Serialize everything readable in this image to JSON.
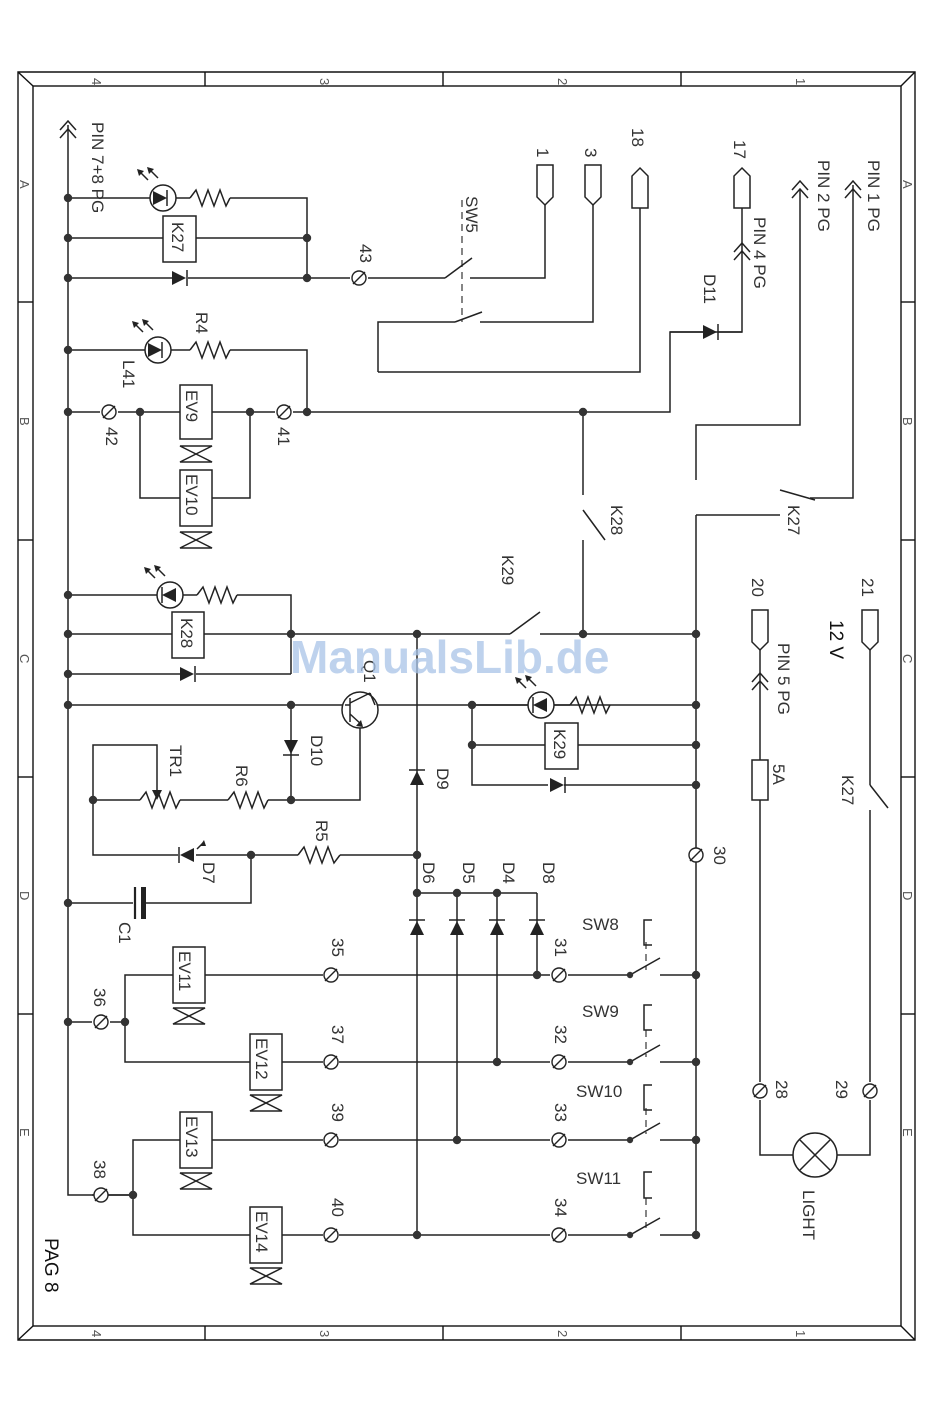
{
  "watermark": "ManualsLib.de",
  "page_label": "PAG 8",
  "ruler": {
    "columns": [
      "4",
      "3",
      "2",
      "1"
    ],
    "rows": [
      "A",
      "B",
      "C",
      "D",
      "E"
    ]
  },
  "pins": {
    "pin78": "PIN 7+8 PG",
    "pin1": "PIN 1 PG",
    "pin2": "PIN 2 PG",
    "pin4": "PIN 4 PG",
    "pin5": "PIN 5 PG"
  },
  "connectors": {
    "c1": "1",
    "c3": "3",
    "c18": "18",
    "c17": "17",
    "c21": "21",
    "c20": "20"
  },
  "terminals": {
    "t43": "43",
    "t42": "42",
    "t41": "41",
    "t30": "30",
    "t35": "35",
    "t36": "36",
    "t37": "37",
    "t38": "38",
    "t39": "39",
    "t40": "40",
    "t31": "31",
    "t32": "32",
    "t33": "33",
    "t34": "34",
    "t28": "28",
    "t29": "29"
  },
  "components": {
    "k27": "K27",
    "k28": "K28",
    "k29": "K29",
    "sw5": "SW5",
    "d11": "D11",
    "r4": "R4",
    "l41": "L41",
    "ev9": "EV9",
    "ev10": "EV10",
    "ev11": "EV11",
    "ev12": "EV12",
    "ev13": "EV13",
    "ev14": "EV14",
    "q1": "Q1",
    "tr1": "TR1",
    "r6": "R6",
    "r5": "R5",
    "d10": "D10",
    "d9": "D9",
    "d7": "D7",
    "d6": "D6",
    "d5": "D5",
    "d4": "D4",
    "d8": "D8",
    "c1": "C1",
    "sw8": "SW8",
    "sw9": "SW9",
    "sw10": "SW10",
    "sw11": "SW11",
    "v12": "12 V",
    "fuse": "5A",
    "light": "LIGHT"
  }
}
